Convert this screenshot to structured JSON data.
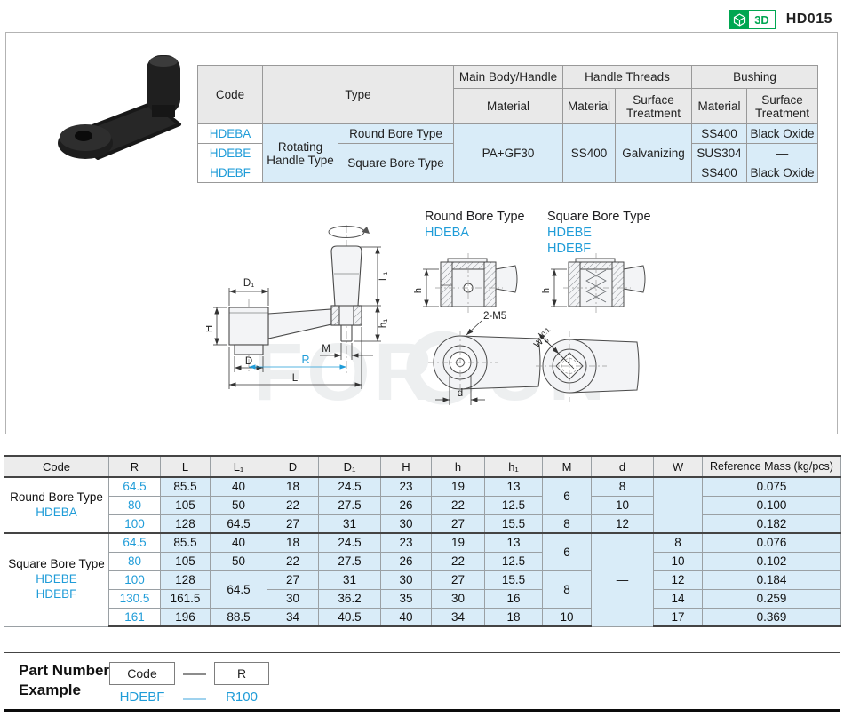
{
  "page": {
    "doc_code": "HD015"
  },
  "badge": {
    "label": "3D",
    "color": "#00a651"
  },
  "colors": {
    "accent_blue": "#1f9cd8",
    "cell_blue": "#d9ecf8",
    "header_gray": "#ececec",
    "green": "#00a651"
  },
  "spec_table": {
    "h_code": "Code",
    "h_type": "Type",
    "h_main": "Main Body/Handle",
    "h_threads": "Handle Threads",
    "h_bushing": "Bushing",
    "h_material": "Material",
    "h_surface": "Surface Treatment",
    "codes": [
      "HDEBA",
      "HDEBE",
      "HDEBF"
    ],
    "type_group": "Rotating Handle Type",
    "bore_types": [
      "Round Bore Type",
      "Square Bore Type"
    ],
    "main_material": "PA+GF30",
    "thread_material": "SS400",
    "thread_surface": "Galvanizing",
    "bushing_material": [
      "SS400",
      "SUS304",
      "SS400"
    ],
    "bushing_surface": [
      "Black Oxide",
      "—",
      "Black Oxide"
    ]
  },
  "drawing": {
    "round_title": "Round Bore Type",
    "round_code": "HDEBA",
    "square_title": "Square Bore Type",
    "square_codes": [
      "HDEBE",
      "HDEBF"
    ],
    "dims": {
      "D1": "D₁",
      "H": "H",
      "D": "D",
      "M": "M",
      "R": "R",
      "L": "L",
      "L1": "L₁",
      "h1": "h₁",
      "h": "h",
      "d": "d",
      "thread_note": "2-M5",
      "W": "W",
      "W_tol_plus": "+0.1",
      "W_tol_zero": "0"
    },
    "watermark_left": "FOR",
    "watermark_right": "UN"
  },
  "dim_table": {
    "headers": [
      "Code",
      "R",
      "L",
      "L₁",
      "D",
      "D₁",
      "H",
      "h",
      "h₁",
      "M",
      "d",
      "W",
      "Reference Mass (kg/pcs)"
    ],
    "round": {
      "label": "Round Bore Type",
      "code": "HDEBA",
      "r": [
        "64.5",
        "80",
        "100"
      ],
      "l": [
        "85.5",
        "105",
        "128"
      ],
      "l1": [
        "40",
        "50",
        "64.5"
      ],
      "dcol": [
        "18",
        "22",
        "27"
      ],
      "d1": [
        "24.5",
        "27.5",
        "31"
      ],
      "hcap": [
        "23",
        "26",
        "30"
      ],
      "h": [
        "19",
        "22",
        "27"
      ],
      "h1": [
        "13",
        "12.5",
        "15.5"
      ],
      "m": [
        "6",
        "8"
      ],
      "dsm": [
        "8",
        "10",
        "12"
      ],
      "w": "—",
      "mass": [
        "0.075",
        "0.100",
        "0.182"
      ]
    },
    "square": {
      "label": "Square Bore Type",
      "code1": "HDEBE",
      "code2": "HDEBF",
      "r": [
        "64.5",
        "80",
        "100",
        "130.5",
        "161"
      ],
      "l": [
        "85.5",
        "105",
        "128",
        "161.5",
        "196"
      ],
      "l1": [
        "40",
        "50",
        "64.5",
        "88.5"
      ],
      "dcol": [
        "18",
        "22",
        "27",
        "30",
        "34"
      ],
      "d1": [
        "24.5",
        "27.5",
        "31",
        "36.2",
        "40.5"
      ],
      "hcap": [
        "23",
        "26",
        "30",
        "35",
        "40"
      ],
      "h": [
        "19",
        "22",
        "27",
        "30",
        "34"
      ],
      "h1": [
        "13",
        "12.5",
        "15.5",
        "16",
        "18"
      ],
      "m": [
        "6",
        "8",
        "10"
      ],
      "dsm": "—",
      "w": [
        "8",
        "10",
        "12",
        "14",
        "17"
      ],
      "mass": [
        "0.076",
        "0.102",
        "0.184",
        "0.259",
        "0.369"
      ]
    }
  },
  "part_number": {
    "title_l1": "Part Number",
    "title_l2": "Example",
    "box_code": "Code",
    "box_r": "R",
    "example_code": "HDEBF",
    "example_r": "R100"
  }
}
